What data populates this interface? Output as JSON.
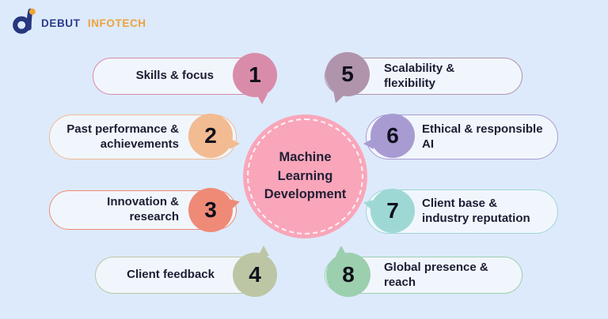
{
  "page": {
    "background": "#ddeafb",
    "text_color": "#1d1d33"
  },
  "logo": {
    "brand_first": "DEBUT",
    "brand_second": "INFOTECH",
    "brand_first_color": "#2b3a8c",
    "brand_second_color": "#eda23d",
    "icon": "debut-d-logo-icon",
    "icon_colors": {
      "mark": "#27367f",
      "dot": "#f0a132"
    }
  },
  "center": {
    "title": "Machine Learning Development",
    "fill_color": "#f9a6ba",
    "border_style": "white dashed inner ring"
  },
  "items": [
    {
      "number": "1",
      "label": "Skills & focus",
      "color": "#d98ca9",
      "side": "left"
    },
    {
      "number": "2",
      "label": "Past performance & achievements",
      "color": "#f2bb92",
      "side": "left"
    },
    {
      "number": "3",
      "label": "Innovation & research",
      "color": "#ef8a77",
      "side": "left"
    },
    {
      "number": "4",
      "label": "Client feedback",
      "color": "#bcc6a4",
      "side": "left"
    },
    {
      "number": "5",
      "label": "Scalability & flexibility",
      "color": "#b094ab",
      "side": "right"
    },
    {
      "number": "6",
      "label": "Ethical & responsible AI",
      "color": "#a89bd2",
      "side": "right"
    },
    {
      "number": "7",
      "label": "Client base & industry reputation",
      "color": "#9ed8d5",
      "side": "right"
    },
    {
      "number": "8",
      "label": "Global presence & reach",
      "color": "#9ccfae",
      "side": "right"
    }
  ]
}
